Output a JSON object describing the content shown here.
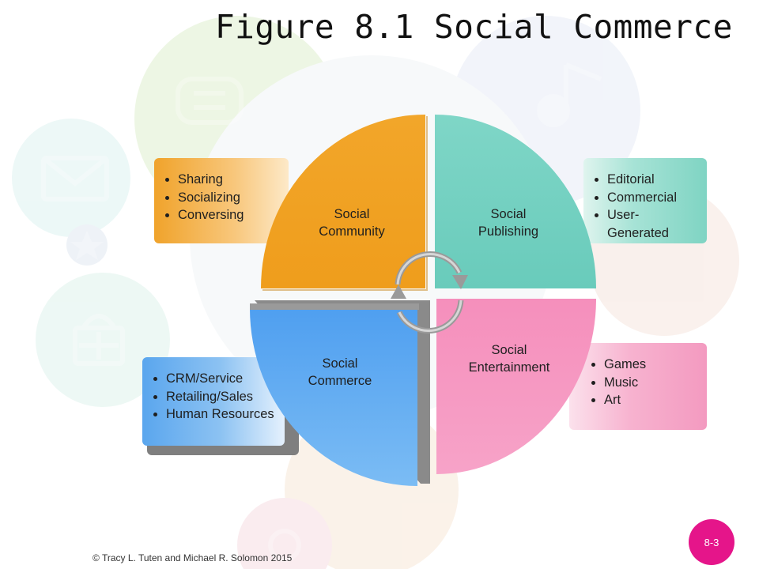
{
  "title": "Figure 8.1 Social Commerce",
  "quadrants": {
    "community": {
      "line1": "Social",
      "line2": "Community",
      "color": "#f2a62a"
    },
    "publishing": {
      "line1": "Social",
      "line2": "Publishing",
      "color": "#76d0c2"
    },
    "commerce": {
      "line1": "Social",
      "line2": "Commerce",
      "color": "#6ab0f2"
    },
    "entertainment": {
      "line1": "Social",
      "line2": "Entertainment",
      "color": "#f48fbb"
    }
  },
  "lists": {
    "community": [
      "Sharing",
      "Socializing",
      "Conversing"
    ],
    "publishing": [
      "Editorial",
      "Commercial",
      "User-Generated"
    ],
    "commerce": [
      "CRM/Service",
      "Retailing/Sales",
      "Human Resources"
    ],
    "entertainment": [
      "Games",
      "Music",
      "Art"
    ]
  },
  "background_icons": [
    "chat-bubble-icon",
    "music-note-icon",
    "envelope-icon",
    "star-icon",
    "gear-icon",
    "shopping-basket-icon",
    "camera-icon",
    "chat-bubble-icon",
    "settings-icon"
  ],
  "footer": {
    "credit": "© Tracy L. Tuten and Michael R. Solomon 2015",
    "page": "8-3",
    "page_badge_color": "#e5158a"
  }
}
